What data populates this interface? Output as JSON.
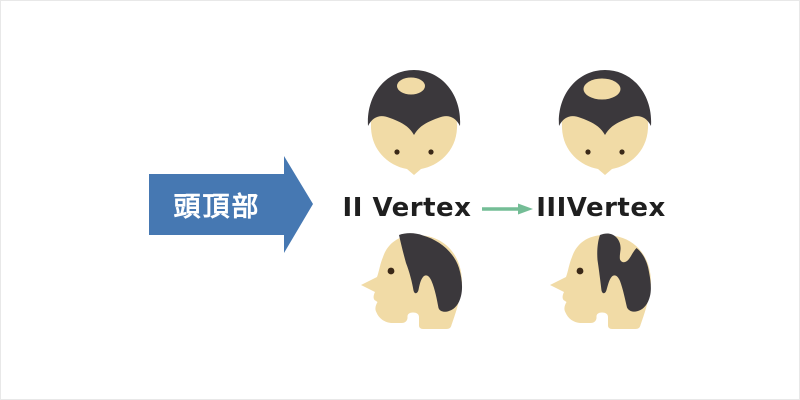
{
  "figure": {
    "name": "vertex-baldness-progression-diagram",
    "lead_arrow": {
      "label": "頭頂部"
    },
    "stages": [
      {
        "label": "II Vertex",
        "top_view": "small-crown-bald-spot",
        "side_view": "mild-recession"
      },
      {
        "label": "IIIVertex",
        "top_view": "large-crown-bald-spot",
        "side_view": "advanced-recession"
      }
    ],
    "progression_arrow": {
      "direction": "right"
    },
    "colors": {
      "lead_arrow_blue": "#4678b2",
      "progression_green": "#74bd96",
      "skin": "#f1dba6",
      "hair": "#3b383c",
      "eye": "#3a2817",
      "label_text": "#1f1f1f",
      "background": "#ffffff"
    }
  }
}
